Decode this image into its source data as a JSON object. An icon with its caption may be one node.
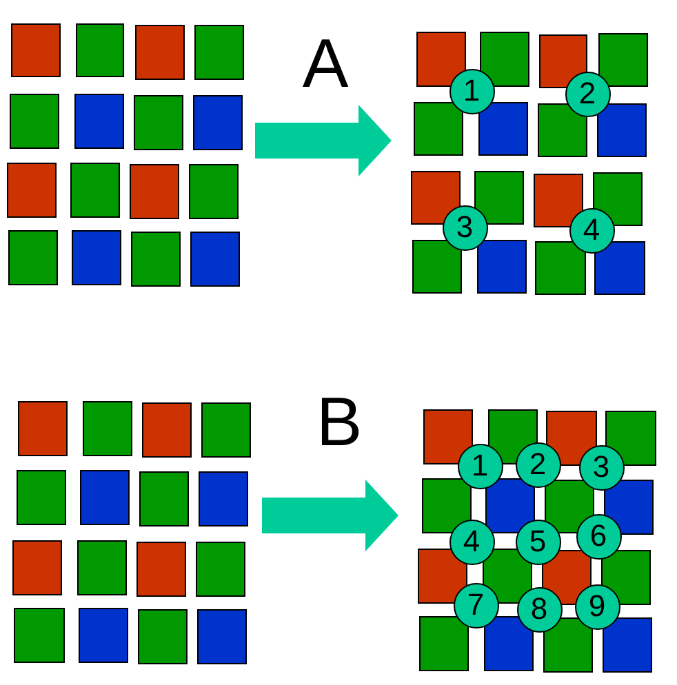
{
  "diagram": {
    "nodes": [
      {
        "text": [],
        "shape": "picture"
      },
      {
        "text": [],
        "shape": "picture"
      },
      {
        "text": [
          "1"
        ],
        "in": 1
      },
      {
        "text": [
          "2"
        ],
        "in": 1
      },
      {
        "text": [
          "3"
        ],
        "in": 1
      },
      {
        "text": [
          "4"
        ],
        "in": 1
      },
      {
        "text": [],
        "shape": "picture"
      },
      {
        "text": [],
        "shape": "picture"
      },
      {
        "text": [
          "1"
        ],
        "in": 7
      },
      {
        "text": [
          "2"
        ],
        "in": 7
      },
      {
        "text": [
          "3"
        ],
        "in": 7
      },
      {
        "text": [
          "4"
        ],
        "in": 7
      },
      {
        "text": [
          "5"
        ],
        "in": 7
      },
      {
        "text": [
          "6"
        ],
        "in": 7
      },
      {
        "text": [
          "7"
        ],
        "in": 7
      },
      {
        "text": [
          "8"
        ],
        "in": 7
      },
      {
        "text": [
          "9"
        ],
        "in": 7
      }
    ],
    "edges": [
      {
        "from": 0,
        "to": 1,
        "arrow": "to",
        "label": "A"
      },
      {
        "from": 6,
        "to": 7,
        "arrow": "to",
        "label": "B"
      }
    ]
  }
}
